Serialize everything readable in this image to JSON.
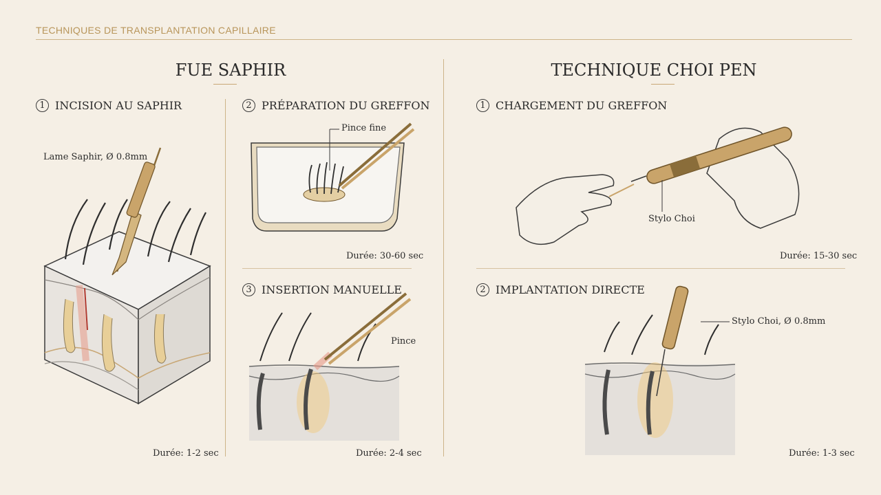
{
  "header": {
    "title": "TECHNIQUES DE TRANSPLANTATION CAPILLAIRE"
  },
  "left": {
    "title": "FUE SAPHIR",
    "steps": [
      {
        "num": "1",
        "label": "INCISION AU SAPHIR",
        "duration": "Durée: 1-2 sec",
        "tool": "Lame Saphir, Ø 0.8mm"
      },
      {
        "num": "2",
        "label": "PRÉPARATION DU GREFFON",
        "duration": "Durée: 30-60 sec",
        "tool": "Pince fine"
      },
      {
        "num": "3",
        "label": "INSERTION MANUELLE",
        "duration": "Durée: 2-4 sec",
        "tool": "Pince"
      }
    ]
  },
  "right": {
    "title": "TECHNIQUE CHOI PEN",
    "steps": [
      {
        "num": "1",
        "label": "CHARGEMENT DU GREFFON",
        "duration": "Durée: 15-30 sec",
        "tool": "Stylo Choi"
      },
      {
        "num": "2",
        "label": "IMPLANTATION DIRECTE",
        "duration": "Durée: 1-3 sec",
        "tool": "Stylo Choi, Ø 0.8mm"
      }
    ]
  },
  "colors": {
    "background": "#f5efe5",
    "accent": "#c8a775",
    "skin": "#e8e4df",
    "incision": "#e79a88"
  }
}
